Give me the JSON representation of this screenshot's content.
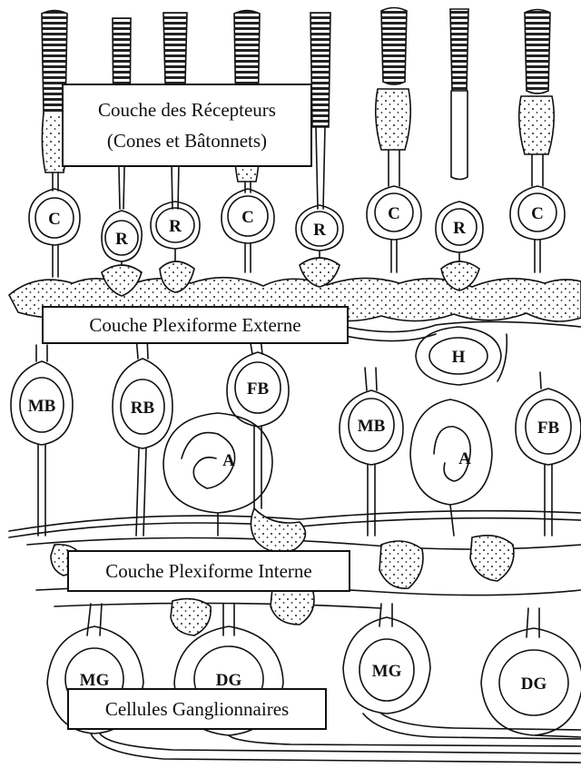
{
  "layers": {
    "receptors": {
      "line1": "Couche des Récepteurs",
      "line2": "(Cones et Bâtonnets)"
    },
    "outer_plexiform": "Couche Plexiforme Externe",
    "inner_plexiform": "Couche Plexiforme Interne",
    "ganglion": "Cellules Ganglionnaires"
  },
  "cells": {
    "c1": "C",
    "r1": "R",
    "r2": "R",
    "c2": "C",
    "r3": "R",
    "c3": "C",
    "r4": "R",
    "c4": "C",
    "h": "H",
    "mb1": "MB",
    "rb": "RB",
    "fb1": "FB",
    "mb2": "MB",
    "fb2": "FB",
    "a1": "A",
    "a2": "A",
    "mg1": "MG",
    "dg1": "DG",
    "mg2": "MG",
    "dg2": "DG"
  }
}
